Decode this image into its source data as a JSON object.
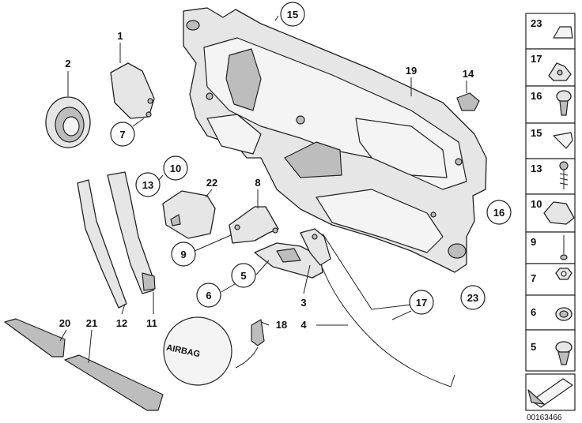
{
  "diagram": {
    "doc_number": "00163466",
    "airbag_text": "AIRBAG",
    "labels": {
      "l1": "1",
      "l2": "2",
      "l3": "3",
      "l4": "4",
      "l5": "5",
      "l6": "6",
      "l7": "7",
      "l8": "8",
      "l9": "9",
      "l10": "10",
      "l11": "11",
      "l12": "12",
      "l13": "13",
      "l14": "14",
      "l15": "15",
      "l16": "16",
      "l17": "17",
      "l18": "18",
      "l19": "19",
      "l20": "20",
      "l21": "21",
      "l22": "22",
      "l23": "23"
    },
    "legend": [
      "23",
      "17",
      "16",
      "15",
      "13",
      "10",
      "9",
      "7",
      "6",
      "5"
    ]
  }
}
